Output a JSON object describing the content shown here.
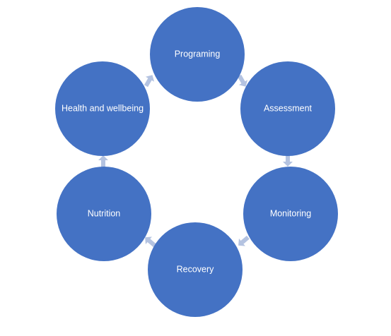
{
  "diagram": {
    "type": "cycle",
    "steps": [
      {
        "id": "programing",
        "label": "Programing"
      },
      {
        "id": "assessment",
        "label": "Assessment"
      },
      {
        "id": "monitoring",
        "label": "Monitoring"
      },
      {
        "id": "recovery",
        "label": "Recovery"
      },
      {
        "id": "nutrition",
        "label": "Nutrition"
      },
      {
        "id": "health",
        "label": "Health and wellbeing"
      }
    ],
    "colors": {
      "node_fill": "#4472C4",
      "arrow_fill": "#B4C3E1",
      "text": "#FFFFFF",
      "background": "#FFFFFF"
    }
  }
}
